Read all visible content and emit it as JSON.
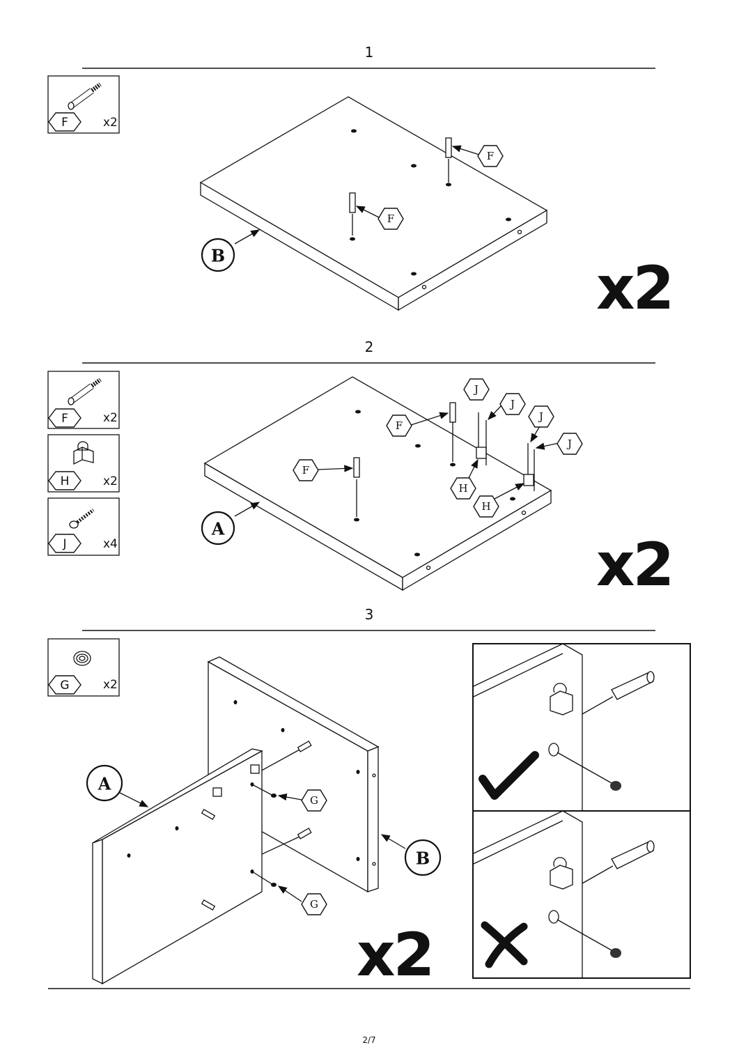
{
  "steps": [
    {
      "number": "1",
      "parts": [
        {
          "letter": "F",
          "qty": "x2"
        }
      ],
      "multiplier": "x2",
      "panel_label": "B",
      "callouts": [
        "F",
        "F"
      ]
    },
    {
      "number": "2",
      "parts": [
        {
          "letter": "F",
          "qty": "x2"
        },
        {
          "letter": "H",
          "qty": "x2"
        },
        {
          "letter": "J",
          "qty": "x4"
        }
      ],
      "multiplier": "x2",
      "panel_label": "A",
      "callouts": [
        "F",
        "F",
        "J",
        "J",
        "J",
        "J",
        "H",
        "H"
      ]
    },
    {
      "number": "3",
      "parts": [
        {
          "letter": "G",
          "qty": "x2"
        }
      ],
      "multiplier": "x2",
      "panel_labels": [
        "A",
        "B"
      ],
      "callouts": [
        "G",
        "G"
      ],
      "detail": {
        "correct": "correct-orientation",
        "incorrect": "incorrect-orientation"
      }
    }
  ],
  "page": "2/7"
}
